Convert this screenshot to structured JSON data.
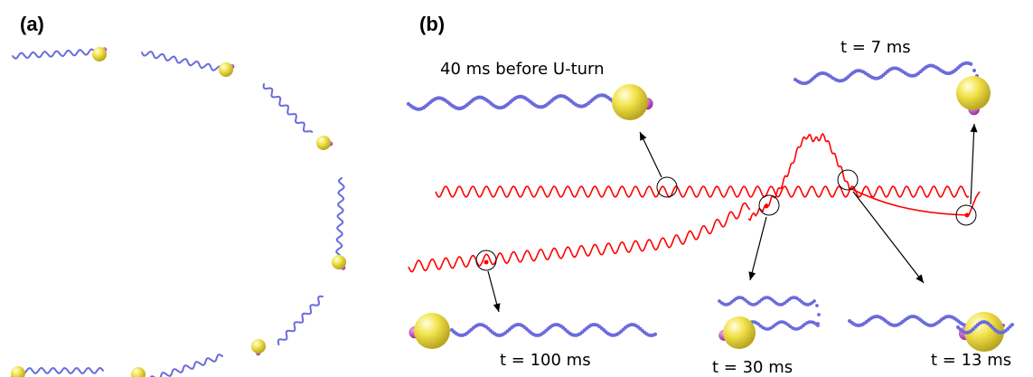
{
  "panels": {
    "a": {
      "label": "(a)"
    },
    "b": {
      "label": "(b)"
    }
  },
  "annotations": {
    "before_uturn": "40 ms before U-turn",
    "t7": "t = 7 ms",
    "t100": "t = 100 ms",
    "t30": "t = 30 ms",
    "t13": "t = 13 ms"
  },
  "colors": {
    "trajectory": "#ff0000",
    "flagellum": "#6b6bdc",
    "cell_body": "#f2e24a",
    "body_tip": "#c34fc8",
    "pointer": "#000000"
  }
}
